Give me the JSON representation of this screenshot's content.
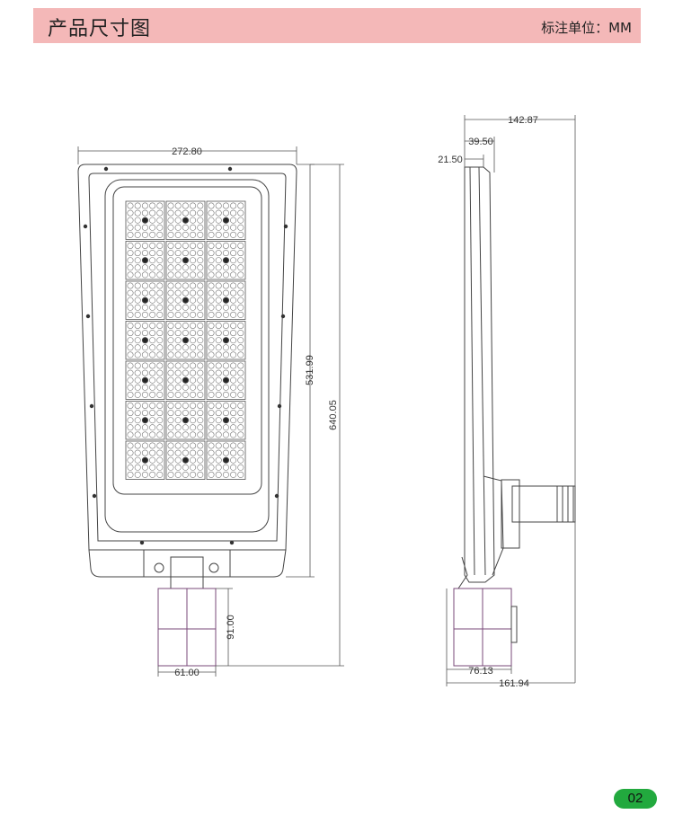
{
  "header": {
    "title": "产品尺寸图",
    "unit_label": "标注单位：MM"
  },
  "dimensions": {
    "front_width": "272.80",
    "front_body_height": "531.99",
    "front_total_height": "640.05",
    "front_bracket_height": "91.00",
    "front_bracket_width": "61.00",
    "side_total_depth": "142.87",
    "side_mid_depth": "39.50",
    "side_body_thickness": "21.50",
    "side_bracket_width": "76.13",
    "side_total_width": "161.94"
  },
  "led_grid": {
    "rows": 7,
    "cols": 3
  },
  "page_number": "02",
  "colors": {
    "header_bg": "#f4b8b8",
    "badge_bg": "#22a93e",
    "line": "#333333"
  }
}
